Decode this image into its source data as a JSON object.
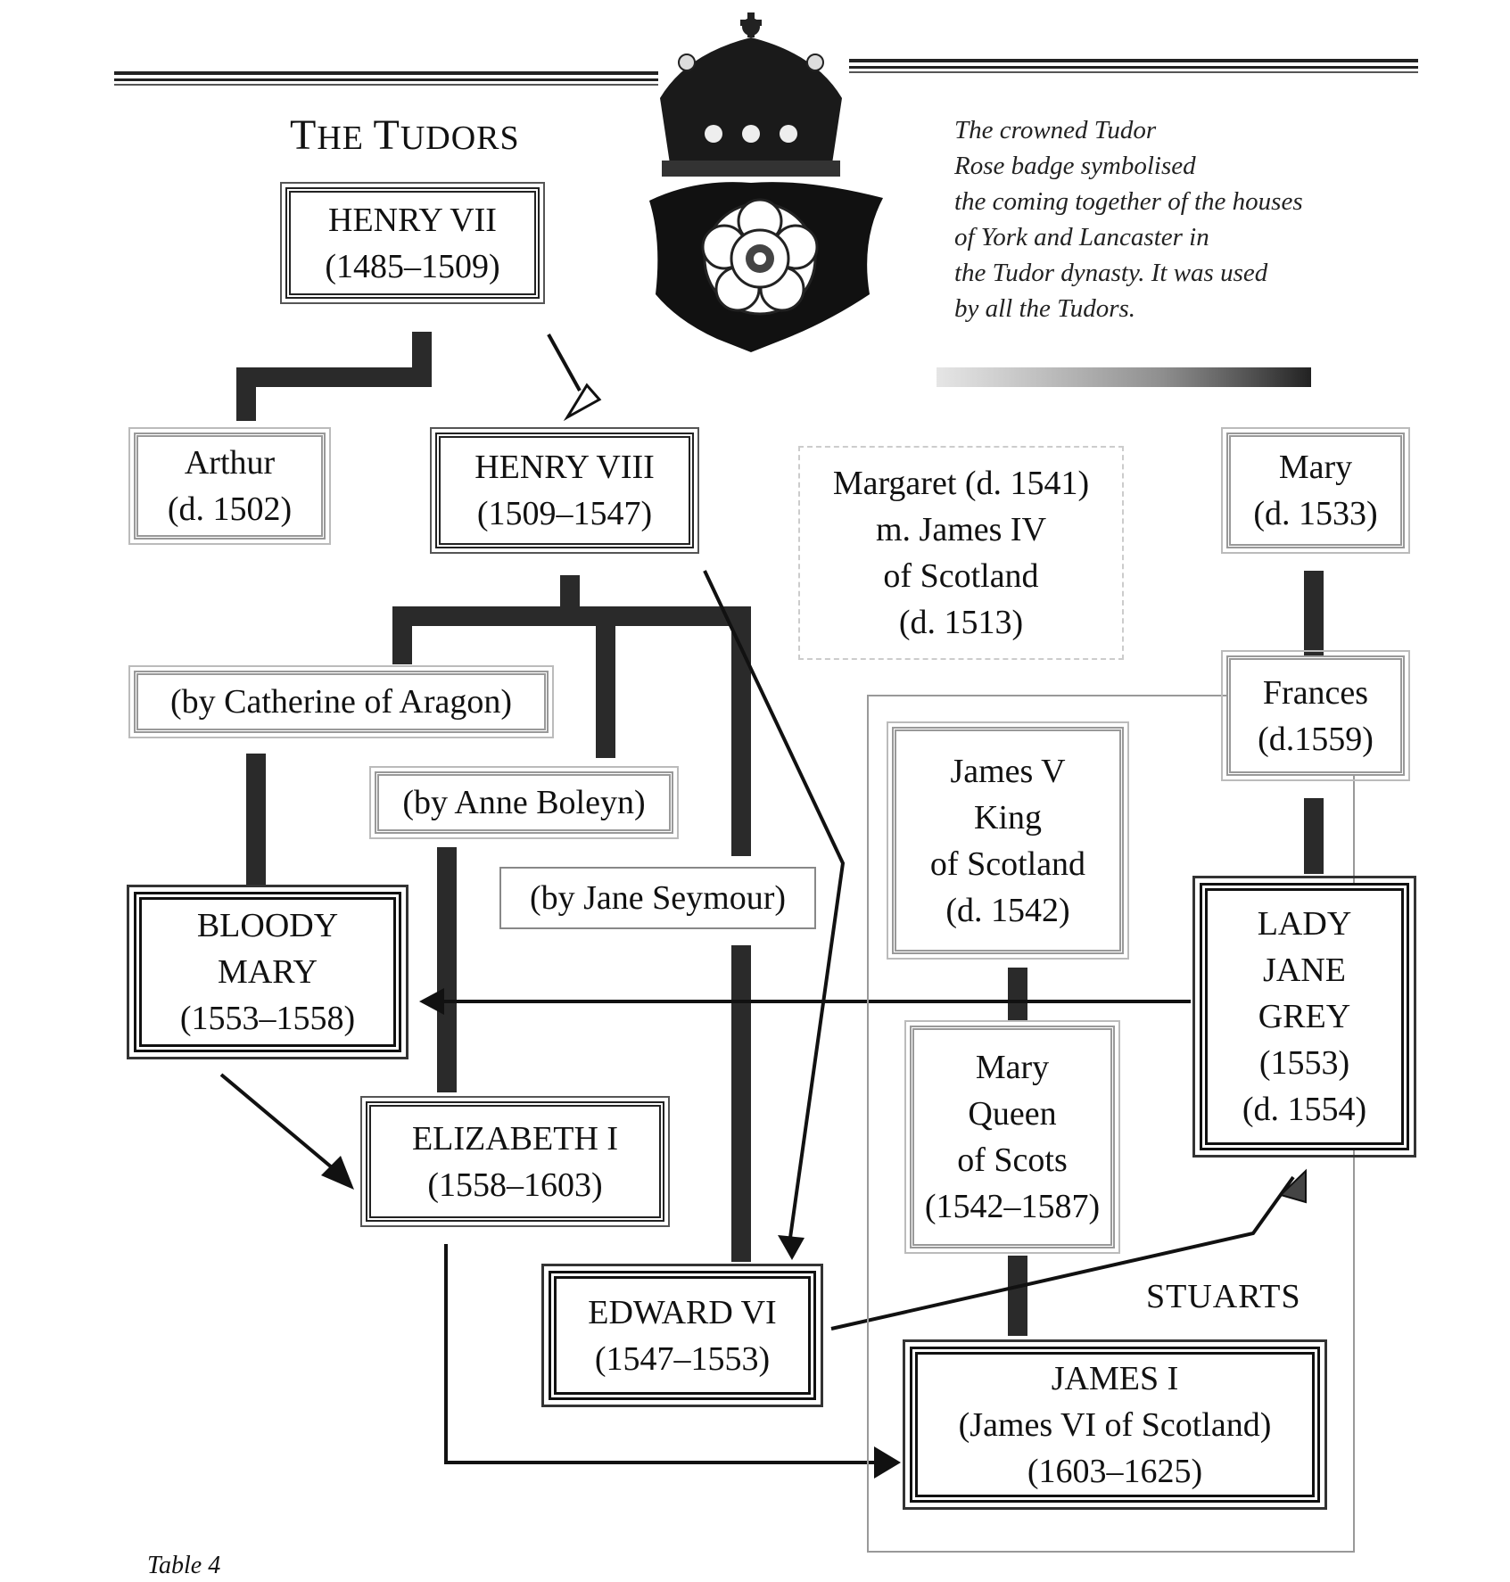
{
  "title": {
    "big1": "T",
    "small1": "HE ",
    "big2": "T",
    "small2": "UDORS"
  },
  "caption": [
    "The crowned Tudor",
    "Rose badge symbolised",
    "the coming together of the houses",
    "of York and Lancaster in",
    "the Tudor dynasty. It was used",
    "by all the Tudors."
  ],
  "boxes": {
    "henry7": [
      "HENRY VII",
      "(1485–1509)"
    ],
    "arthur": [
      "Arthur",
      "(d. 1502)"
    ],
    "henry8": [
      "HENRY VIII",
      "(1509–1547)"
    ],
    "margaret": [
      "Margaret (d. 1541)",
      "m. James IV",
      "of Scotland",
      "(d. 1513)"
    ],
    "mary": [
      "Mary",
      "(d. 1533)"
    ],
    "frances": [
      "Frances",
      "(d.1559)"
    ],
    "catherine": [
      "(by Catherine of Aragon)"
    ],
    "anne": [
      "(by Anne Boleyn)"
    ],
    "jane_s": [
      "(by Jane Seymour)"
    ],
    "james5": [
      "James V",
      "King",
      "of Scotland",
      "(d. 1542)"
    ],
    "bloody": [
      "BLOODY",
      "MARY",
      "(1553–1558)"
    ],
    "janegrey": [
      "LADY",
      "JANE",
      "GREY",
      "(1553)",
      "(d. 1554)"
    ],
    "mqs": [
      "Mary",
      "Queen",
      "of Scots",
      "(1542–1587)"
    ],
    "eliz": [
      "ELIZABETH I",
      "(1558–1603)"
    ],
    "edward": [
      "EDWARD VI",
      "(1547–1553)"
    ],
    "james1": [
      "JAMES I",
      "(James VI of Scotland)",
      "(1603–1625)"
    ]
  },
  "stuarts_label": "STUARTS",
  "footer": "Table 4"
}
